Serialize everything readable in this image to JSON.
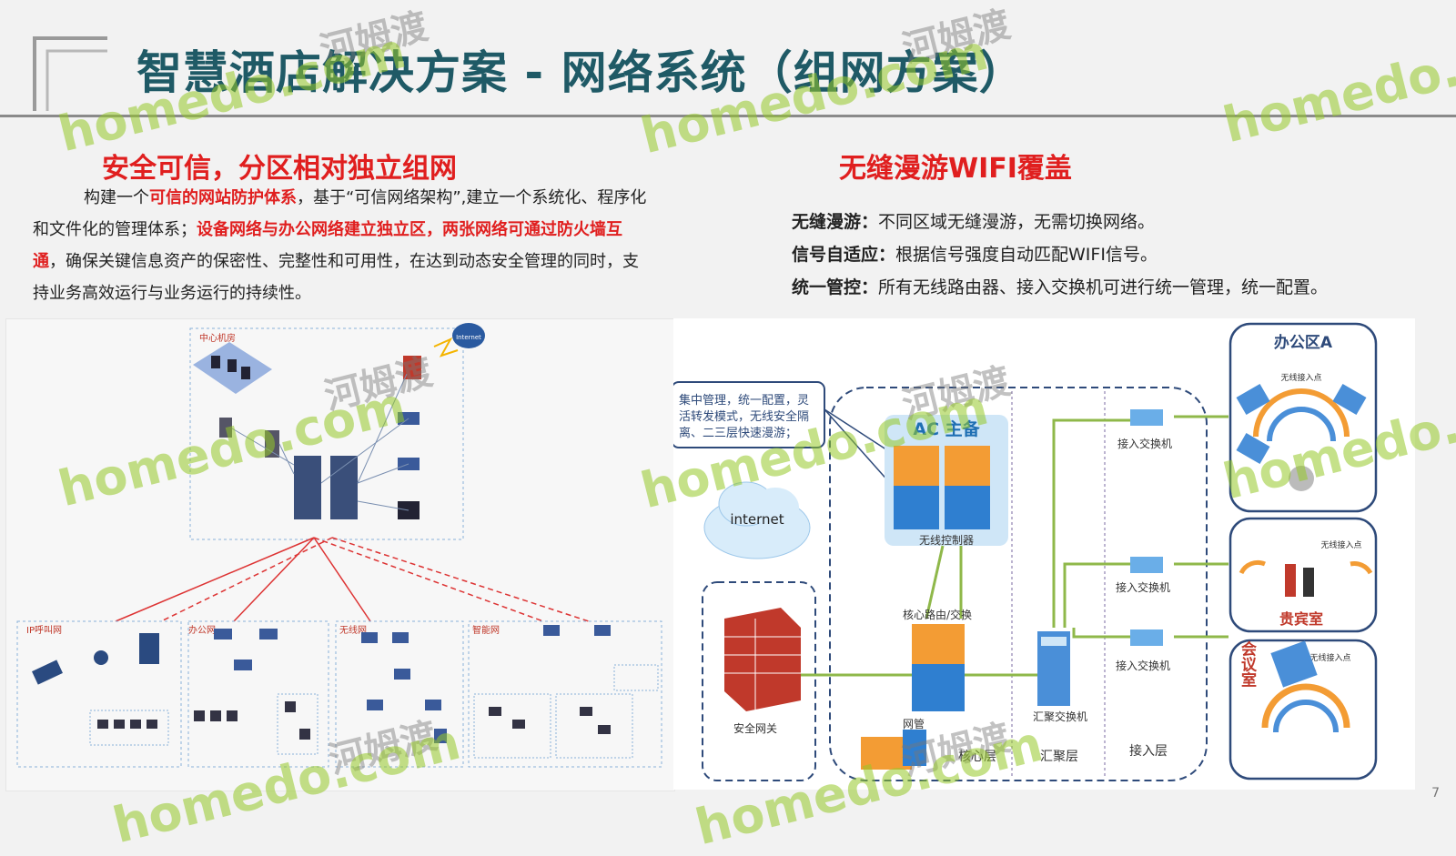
{
  "title": "智慧酒店解决方案 - 网络系统（组网方案）",
  "left_section": {
    "heading": "安全可信，分区相对独立组网",
    "para": [
      {
        "t": "构建一个",
        "hl": false
      },
      {
        "t": "可信的网站防护体系",
        "hl": true
      },
      {
        "t": "，基于“可信网络架构”,建立一个系统化、程序化和文件化的管理体系；",
        "hl": false
      },
      {
        "t": "设备网络与办公网络建立独立区，两张网络可通过防火墙互通",
        "hl": true
      },
      {
        "t": "，确保关键信息资产的保密性、完整性和可用性，在达到动态安全管理的同时，支持业务高效运行与业务运行的持续性。",
        "hl": false
      }
    ]
  },
  "right_section": {
    "heading": "无缝漫游WIFI覆盖",
    "features": [
      {
        "label": "无缝漫游：",
        "text": "不同区域无缝漫游，无需切换网络。"
      },
      {
        "label": "信号自适应：",
        "text": "根据信号强度自动匹配WIFI信号。"
      },
      {
        "label": "统一管控：",
        "text": "所有无线路由器、接入交换机可进行统一管理，统一配置。"
      }
    ]
  },
  "left_diagram": {
    "center_room": "中心机房",
    "internet": "Internet",
    "subnets": [
      "IP呼叫网",
      "办公网",
      "无线网",
      "智能网"
    ]
  },
  "right_diagram": {
    "callout": [
      "集中管理，统一配置，灵",
      "活转发模式，无线安全隔",
      "离、二三层快速漫游；"
    ],
    "ac_label": "AC 主备",
    "controller": "无线控制器",
    "internet": "internet",
    "gateway": "安全网关",
    "core": "核心路由/交换",
    "nms": "网管",
    "agg_switch": "汇聚交换机",
    "access_switch": "接入交换机",
    "layers": [
      "核心层",
      "汇聚层",
      "接入层"
    ],
    "ap": "无线接入点",
    "zones": [
      "办公区A",
      "贵宾室",
      "会议室"
    ]
  },
  "watermark": {
    "cn": "河姆渡",
    "en": "homedo.com"
  },
  "page_number": "7",
  "colors": {
    "title": "#1f5a66",
    "highlight": "#e01f1f",
    "link": "#8fb84a",
    "firewall": "#c0392b"
  }
}
